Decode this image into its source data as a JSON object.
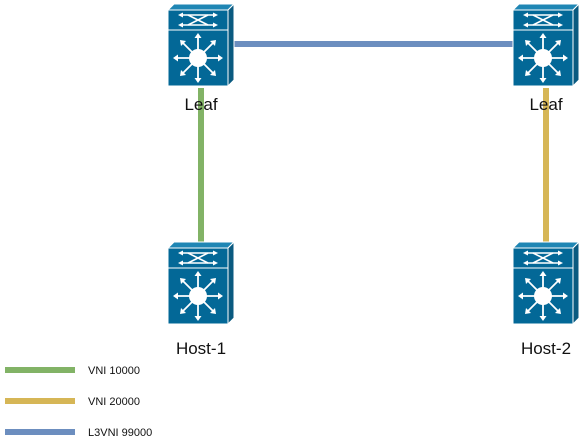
{
  "nodes": {
    "leaf_left": {
      "label": "Leaf"
    },
    "leaf_right": {
      "label": "Leaf"
    },
    "host_1": {
      "label": "Host-1"
    },
    "host_2": {
      "label": "Host-2"
    }
  },
  "links": [
    {
      "from": "leaf_left",
      "to": "leaf_right",
      "legend": "L3VNI 99000"
    },
    {
      "from": "leaf_left",
      "to": "host_1",
      "legend": "VNI 10000"
    },
    {
      "from": "leaf_right",
      "to": "host_2",
      "legend": "VNI 20000"
    }
  ],
  "legend": [
    {
      "label": "VNI 10000",
      "color": "#82b366"
    },
    {
      "label": "VNI 20000",
      "color": "#d6b656"
    },
    {
      "label": "L3VNI 99000",
      "color": "#6c8ebf"
    }
  ],
  "colors": {
    "vni_10000": "#82b366",
    "vni_20000": "#d6b656",
    "l3vni_99000": "#6c8ebf",
    "device_body": "#036897",
    "device_top": "#1f86b4",
    "device_side": "#0a5a80",
    "device_icon": "#ffffff"
  },
  "icons": {
    "device": "layer3-switch-icon"
  }
}
